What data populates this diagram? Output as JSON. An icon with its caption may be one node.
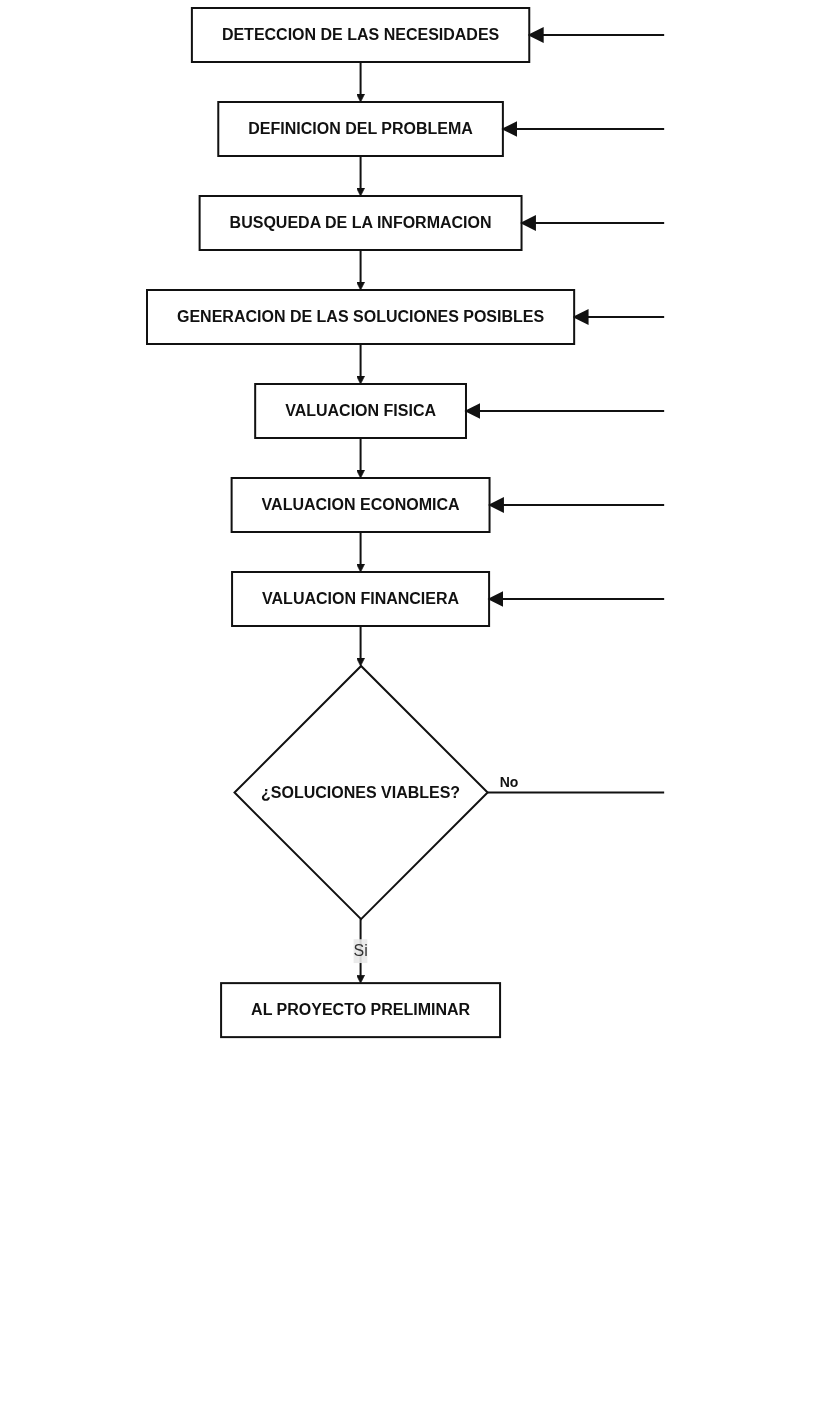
{
  "diagram": {
    "nodes": [
      {
        "text": [
          "DETECCION DE LAS NECESIDADES"
        ]
      },
      {
        "text": [
          "DEFINICION DEL PROBLEMA"
        ]
      },
      {
        "text": [
          "BUSQUEDA DE LA INFORMACION"
        ]
      },
      {
        "text": [
          "GENERACION DE LAS SOLUCIONES POSIBLES"
        ]
      },
      {
        "text": [
          "VALUACION FISICA"
        ]
      },
      {
        "text": [
          "VALUACION ECONOMICA"
        ]
      },
      {
        "text": [
          "VALUACION FINANCIERA"
        ]
      },
      {
        "text": [
          "¿SOLUCIONES VIABLES?"
        ]
      },
      {
        "text": [
          "AL PROYECTO PRELIMINAR"
        ]
      }
    ],
    "edges": [
      {
        "from": 0,
        "to": 1,
        "arrow": "to"
      },
      {
        "from": 1,
        "to": 2,
        "arrow": "to"
      },
      {
        "from": 2,
        "to": 3,
        "arrow": "to"
      },
      {
        "from": 3,
        "to": 4,
        "arrow": "to"
      },
      {
        "from": 4,
        "to": 5,
        "arrow": "to"
      },
      {
        "from": 5,
        "to": 6,
        "arrow": "to"
      },
      {
        "from": 6,
        "to": 7,
        "arrow": "to"
      },
      {
        "from": 7,
        "to": 8,
        "label": "Si",
        "arrow": "to"
      },
      {
        "from": 7,
        "to": null,
        "label": "No",
        "arrow": "none"
      },
      {
        "from": null,
        "to": 0,
        "arrow": "to"
      },
      {
        "from": null,
        "to": 1,
        "arrow": "to"
      },
      {
        "from": null,
        "to": 2,
        "arrow": "to"
      },
      {
        "from": null,
        "to": 3,
        "arrow": "to"
      },
      {
        "from": null,
        "to": 4,
        "arrow": "to"
      },
      {
        "from": null,
        "to": 5,
        "arrow": "to"
      },
      {
        "from": null,
        "to": 6,
        "arrow": "to"
      }
    ]
  }
}
